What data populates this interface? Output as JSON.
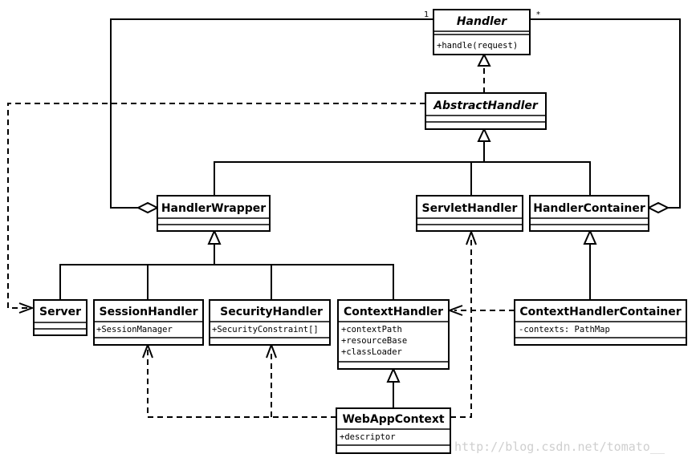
{
  "classes": {
    "handler": {
      "name": "Handler",
      "members": [
        "+handle(request)"
      ]
    },
    "abstract_handler": {
      "name": "AbstractHandler",
      "members": []
    },
    "handler_wrapper": {
      "name": "HandlerWrapper",
      "members": []
    },
    "servlet_handler": {
      "name": "ServletHandler",
      "members": []
    },
    "handler_container": {
      "name": "HandlerContainer",
      "members": []
    },
    "server": {
      "name": "Server",
      "members": []
    },
    "session_handler": {
      "name": "SessionHandler",
      "members": [
        "+SessionManager"
      ]
    },
    "security_handler": {
      "name": "SecurityHandler",
      "members": [
        "+SecurityConstraint[]"
      ]
    },
    "context_handler": {
      "name": "ContextHandler",
      "members": [
        "+contextPath",
        "+resourceBase",
        "+classLoader"
      ]
    },
    "context_handler_container": {
      "name": "ContextHandlerContainer",
      "members": [
        "-contexts: PathMap"
      ]
    },
    "webapp_context": {
      "name": "WebAppContext",
      "members": [
        "+descriptor"
      ]
    }
  },
  "multiplicity": {
    "wrapper_end": "1",
    "container_end": "*"
  },
  "watermark": "http://blog.csdn.net/tomato__"
}
